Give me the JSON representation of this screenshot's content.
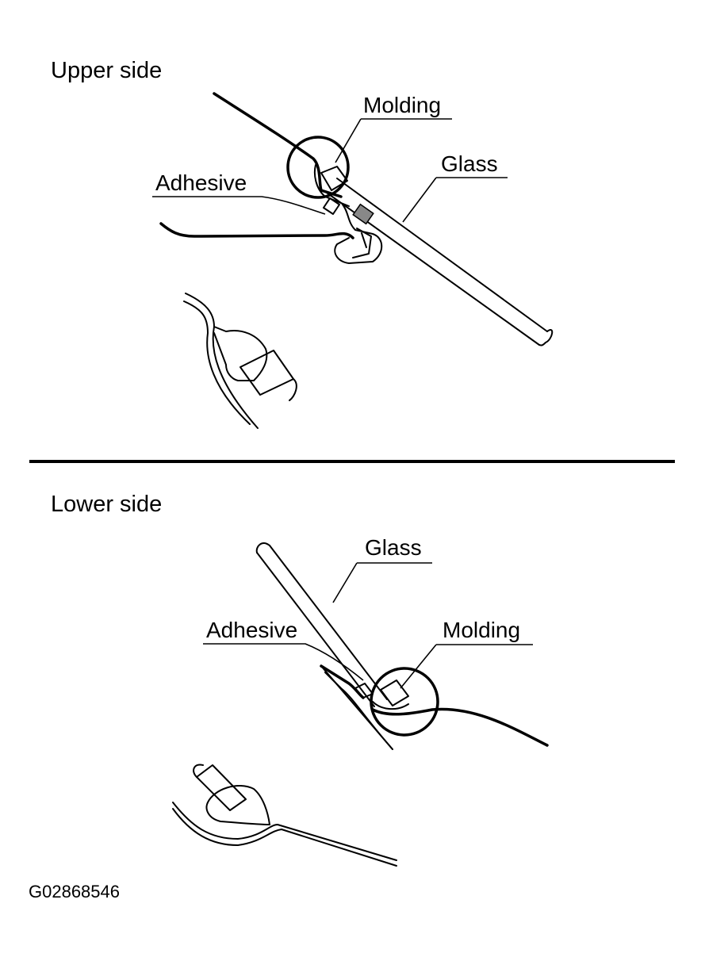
{
  "upper": {
    "title": "Upper side",
    "labels": {
      "molding": "Molding",
      "glass": "Glass",
      "adhesive": "Adhesive"
    }
  },
  "lower": {
    "title": "Lower side",
    "labels": {
      "glass": "Glass",
      "adhesive": "Adhesive",
      "molding": "Molding"
    }
  },
  "figure_code": "G02868546"
}
